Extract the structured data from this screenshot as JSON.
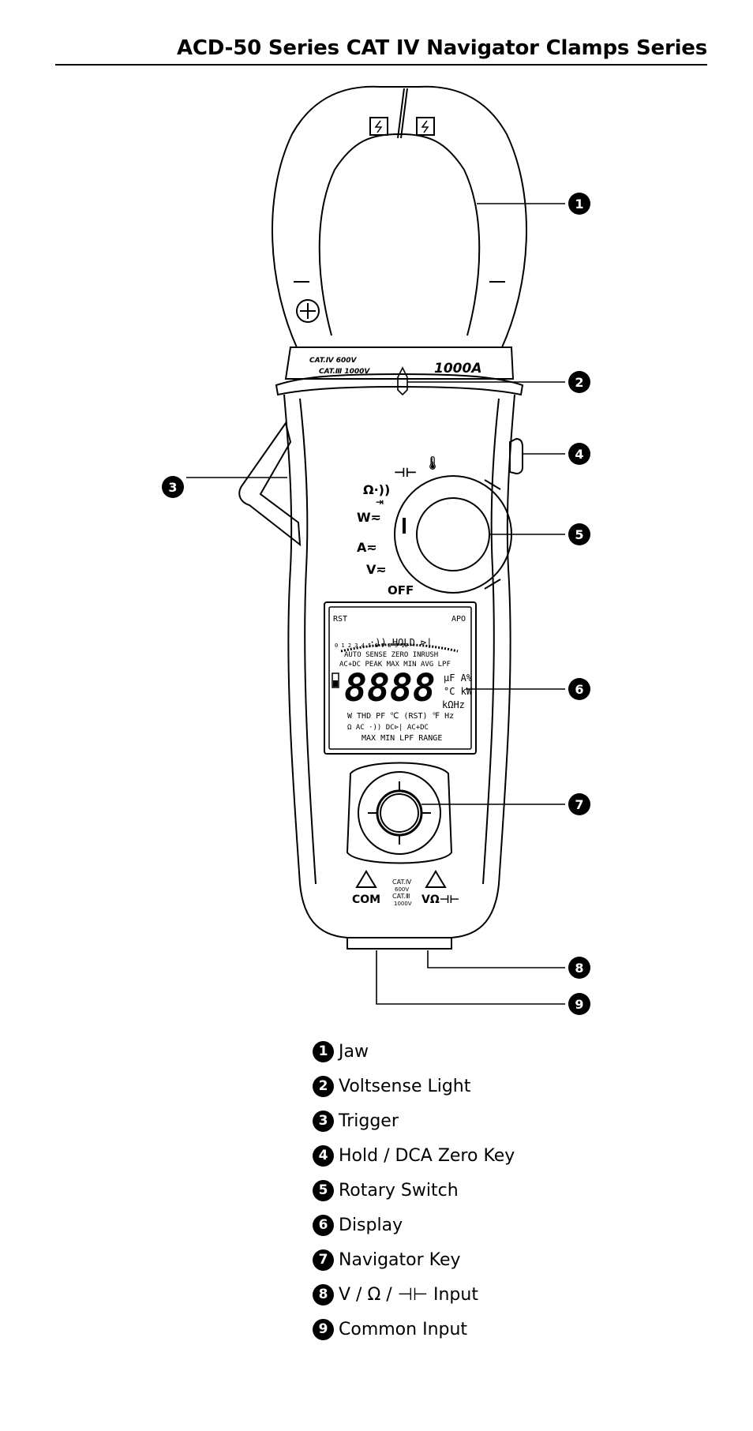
{
  "header": {
    "title": "ACD-50 Series CAT IV Navigator Clamps Series"
  },
  "device": {
    "jaw_cat_line1": "CAT.Ⅳ 600V",
    "jaw_cat_line2": "CAT.Ⅲ 1000V",
    "jaw_rating": "1000A",
    "dial": {
      "temp": "🌡",
      "cap": "⊣⊢",
      "ohm": "Ω·))",
      "diode": "⇥",
      "watts": "W≂",
      "amps": "A≂",
      "volts": "V≂",
      "off": "OFF"
    },
    "lcd": {
      "rst": "RST",
      "apo": "APO",
      "scale": "0  1  2  3  4  5  6  7  8  9  10",
      "row1": "·)) HOLD ⊳|",
      "row2": "AUTO  SENSE  ZERO  INRUSH",
      "row3": "AC+DC PEAK MAX MIN AVG LPF",
      "digits": "8888",
      "units1": "μF A%",
      "units2": "°C kW",
      "units3": "kΩHz",
      "row4": "W THD PF  ℃ (RST) ℉ Hz",
      "row5": "Ω   AC ·))   DC⊳|   AC+DC",
      "row6": "MAX MIN  LPF  RANGE"
    },
    "terminals": {
      "com": "COM",
      "vohm": "VΩ⊣⊢",
      "cat1": "CAT.Ⅳ",
      "cat2": "600V",
      "cat3": "CAT.Ⅲ",
      "cat4": "1000V"
    }
  },
  "callouts": [
    "1",
    "2",
    "3",
    "4",
    "5",
    "6",
    "7",
    "8",
    "9"
  ],
  "legend": [
    {
      "num": "1",
      "label": "Jaw"
    },
    {
      "num": "2",
      "label": "Voltsense Light"
    },
    {
      "num": "3",
      "label": "Trigger"
    },
    {
      "num": "4",
      "label": "Hold / DCA Zero Key"
    },
    {
      "num": "5",
      "label": "Rotary Switch"
    },
    {
      "num": "6",
      "label": "Display"
    },
    {
      "num": "7",
      "label": "Navigator Key"
    },
    {
      "num": "8",
      "label": "V / Ω / ⊣⊢ Input"
    },
    {
      "num": "9",
      "label": "Common Input"
    }
  ]
}
